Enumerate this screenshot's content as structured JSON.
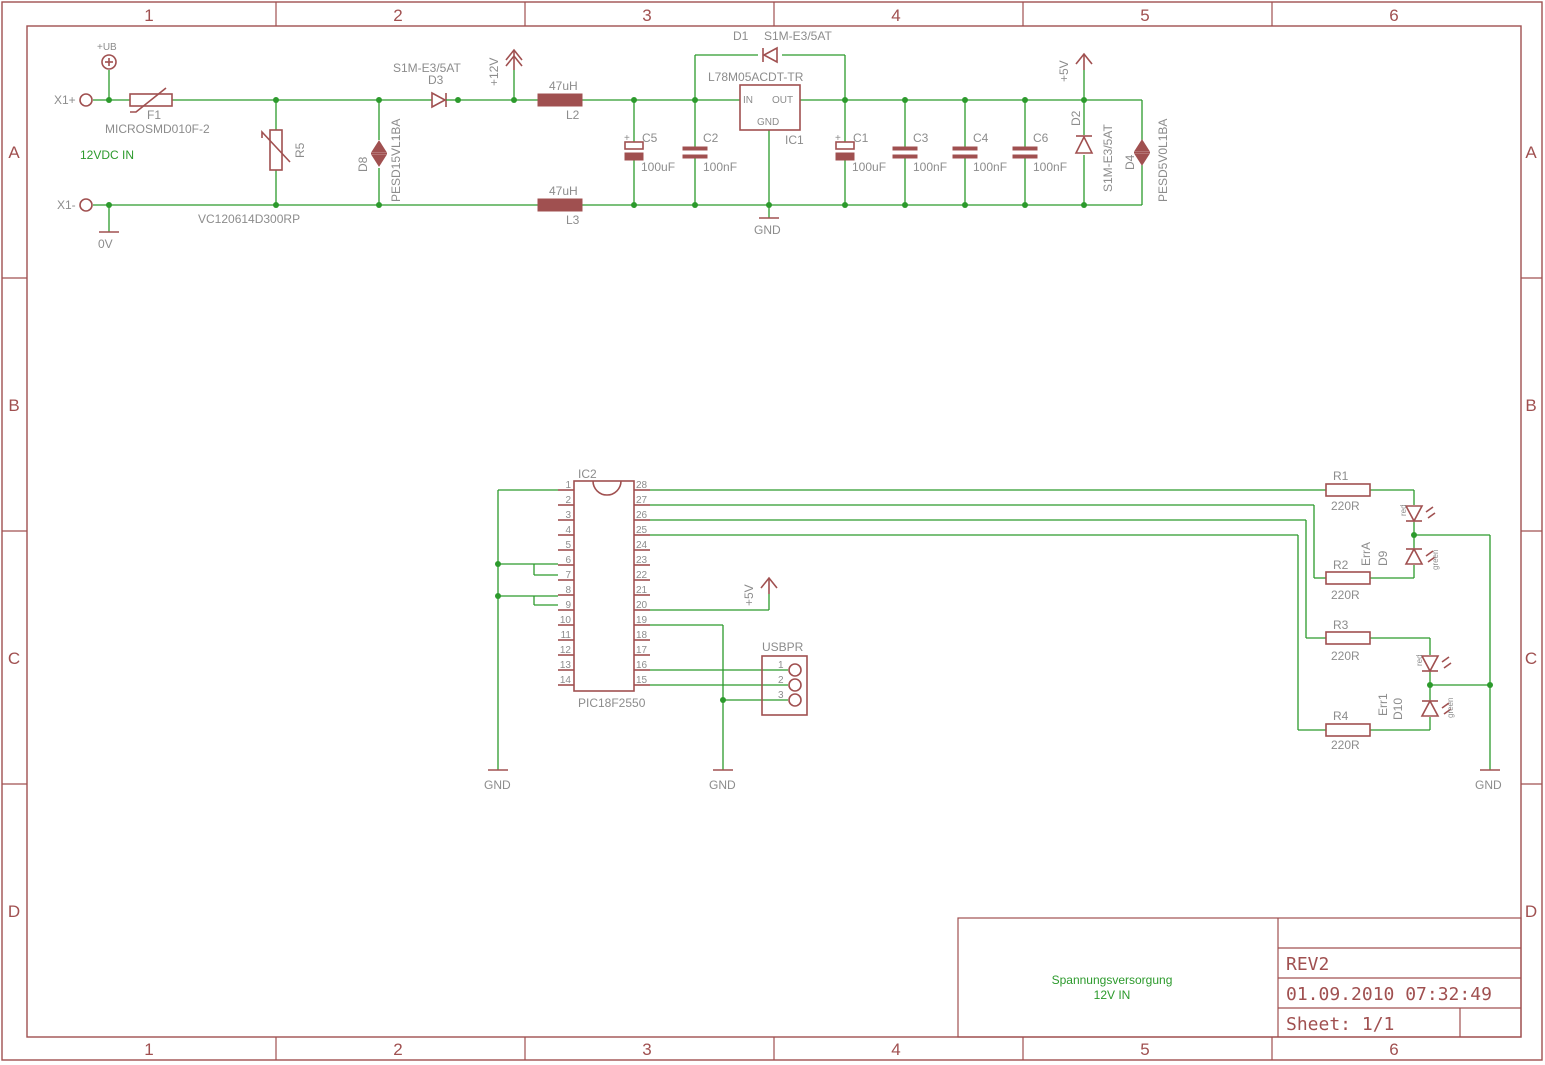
{
  "frame": {
    "columns": [
      "1",
      "2",
      "3",
      "4",
      "5",
      "6"
    ],
    "rows": [
      "A",
      "B",
      "C",
      "D"
    ]
  },
  "title_block": {
    "description_line1": "Spannungsversorgung",
    "description_line2": "12V IN",
    "revision": "REV2",
    "datetime": "01.09.2010 07:32:49",
    "sheet": "Sheet: 1/1"
  },
  "power": {
    "x1_plus": "X1+",
    "x1_minus": "X1-",
    "ub": "+UB",
    "zero_v": "0V",
    "input_note": "12VDC IN",
    "f1_name": "F1",
    "f1_value": "MICROSMD010F-2",
    "r5_name": "R5",
    "r5_value": "VC120614D300RP",
    "d8_name": "D8",
    "d8_value": "PESD15VL1BA",
    "d3_name": "D3",
    "d3_value": "S1M-E3/5AT",
    "plus12": "+12V",
    "l2_value": "47uH",
    "l2_name": "L2",
    "l3_value": "47uH",
    "l3_name": "L3",
    "c5_name": "C5",
    "c5_value": "100uF",
    "c2_name": "C2",
    "c2_value": "100nF",
    "d1_name": "D1",
    "d1_value": "S1M-E3/5AT",
    "ic1_value": "L78M05ACDT-TR",
    "ic1_name": "IC1",
    "ic1_in": "IN",
    "ic1_out": "OUT",
    "ic1_gnd": "GND",
    "gnd": "GND",
    "c1_name": "C1",
    "c1_value": "100uF",
    "c3_name": "C3",
    "c3_value": "100nF",
    "c4_name": "C4",
    "c4_value": "100nF",
    "c6_name": "C6",
    "c6_value": "100nF",
    "plus5": "+5V",
    "d2_name": "D2",
    "d2_value": "S1M-E3/5AT",
    "d4_name": "D4",
    "d4_value": "PESD5V0L1BA"
  },
  "mcu": {
    "name": "IC2",
    "value": "PIC18F2550",
    "left_pins": [
      "1",
      "2",
      "3",
      "4",
      "5",
      "6",
      "7",
      "8",
      "9",
      "10",
      "11",
      "12",
      "13",
      "14"
    ],
    "right_pins": [
      "28",
      "27",
      "26",
      "25",
      "24",
      "23",
      "22",
      "21",
      "20",
      "19",
      "18",
      "17",
      "16",
      "15"
    ],
    "plus5": "+5V",
    "gnd_left": "GND",
    "gnd_mid": "GND",
    "connector_name": "USBPR",
    "connector_pins": [
      "1",
      "2",
      "3"
    ]
  },
  "leds": {
    "r1_name": "R1",
    "r1_value": "220R",
    "r2_name": "R2",
    "r2_value": "220R",
    "r3_name": "R3",
    "r3_value": "220R",
    "r4_name": "R4",
    "r4_value": "220R",
    "d9_name": "D9",
    "d9_value": "ErrA",
    "d10_name": "D10",
    "d10_value": "Err1",
    "red": "red",
    "green": "green",
    "gnd": "GND"
  }
}
